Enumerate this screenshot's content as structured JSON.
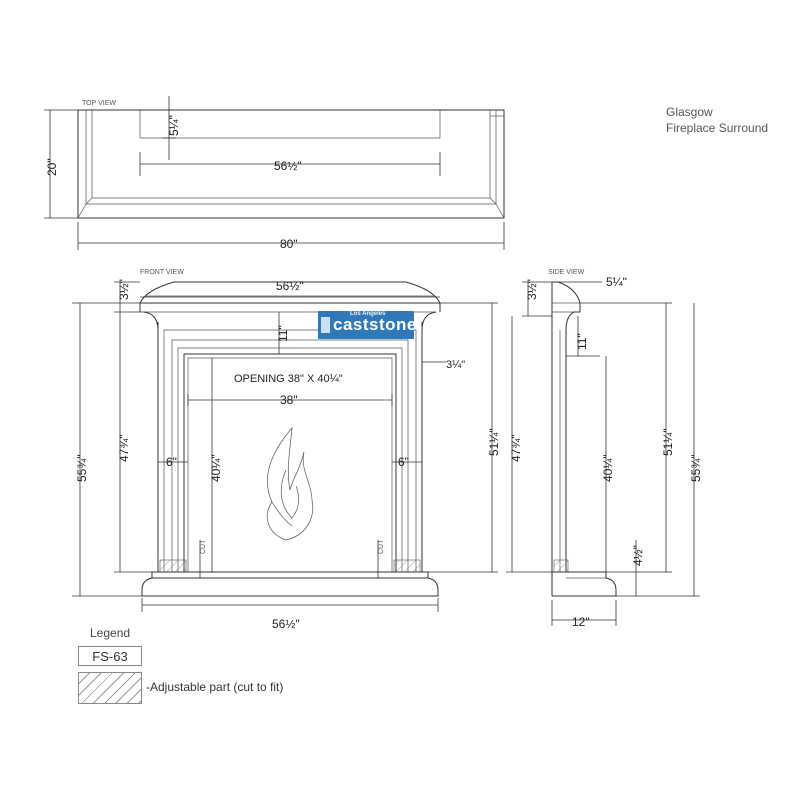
{
  "title": {
    "line1": "Glasgow",
    "line2": "Fireplace Surround"
  },
  "views": {
    "top": "TOP VIEW",
    "front": "FRONT VIEW",
    "side": "SIDE VIEW"
  },
  "dimensions": {
    "top_depth": "20\"",
    "top_width": "80\"",
    "top_mantel_width": "56½\"",
    "top_inset": "5¼\"",
    "front_top_width": "56½\"",
    "front_bottom_width": "56½\"",
    "front_shelf_height": "3½\"",
    "front_header": "11\"",
    "front_reveal": "3¼\"",
    "opening_label": "OPENING 38\" X 40¼\"",
    "opening_width": "38\"",
    "opening_height": "40¼\"",
    "leg_width_left": "6\"",
    "leg_width_right": "6\"",
    "overall_height": "55¾\"",
    "leg_height": "47¾\"",
    "right_outer_height": "51¼\"",
    "side_shelf_height": "3½\"",
    "side_shelf_depth": "5¼\"",
    "side_header": "11\"",
    "side_leg_height": "47¾\"",
    "side_opening_height": "40¼\"",
    "side_51": "51¼\"",
    "side_overall": "55¾\"",
    "side_base": "4½\"",
    "side_depth": "12\"",
    "cut_left": "CUT",
    "cut_right": "CUT"
  },
  "logo": {
    "small": "Los Angeles",
    "big": "caststone",
    "color": "#2f78b9"
  },
  "legend": {
    "title": "Legend",
    "code": "FS-63",
    "swatch_label": "-Adjustable part (cut to fit)"
  }
}
